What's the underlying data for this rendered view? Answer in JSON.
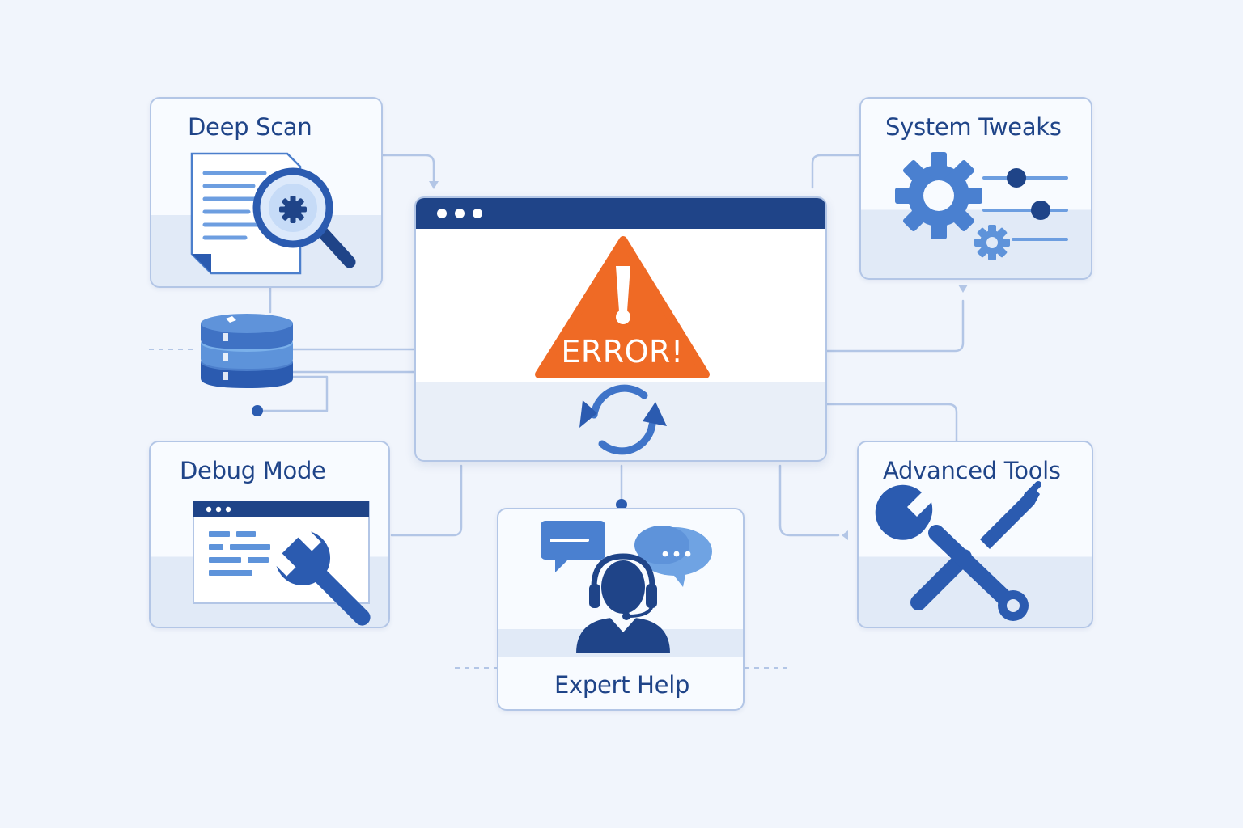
{
  "colors": {
    "background": "#f1f5fc",
    "navy": "#1f4488",
    "blue": "#3f74c8",
    "light_blue": "#6fa3e3",
    "card_border": "#b3c6e6",
    "warning": "#ef6a25"
  },
  "center": {
    "error_text": "ERROR!",
    "icons": [
      "warning-triangle-icon",
      "refresh-icon"
    ]
  },
  "cards": {
    "deep_scan": {
      "title": "Deep Scan",
      "icon": "magnifier-document-icon"
    },
    "system_tweaks": {
      "title": "System Tweaks",
      "icon": "gear-sliders-icon"
    },
    "debug_mode": {
      "title": "Debug Mode",
      "icon": "window-wrench-icon"
    },
    "advanced_tools": {
      "title": "Advanced Tools",
      "icon": "crossed-tools-icon"
    },
    "expert_help": {
      "title": "Expert Help",
      "icon": "support-agent-icon"
    }
  },
  "database": {
    "icon": "database-icon"
  }
}
